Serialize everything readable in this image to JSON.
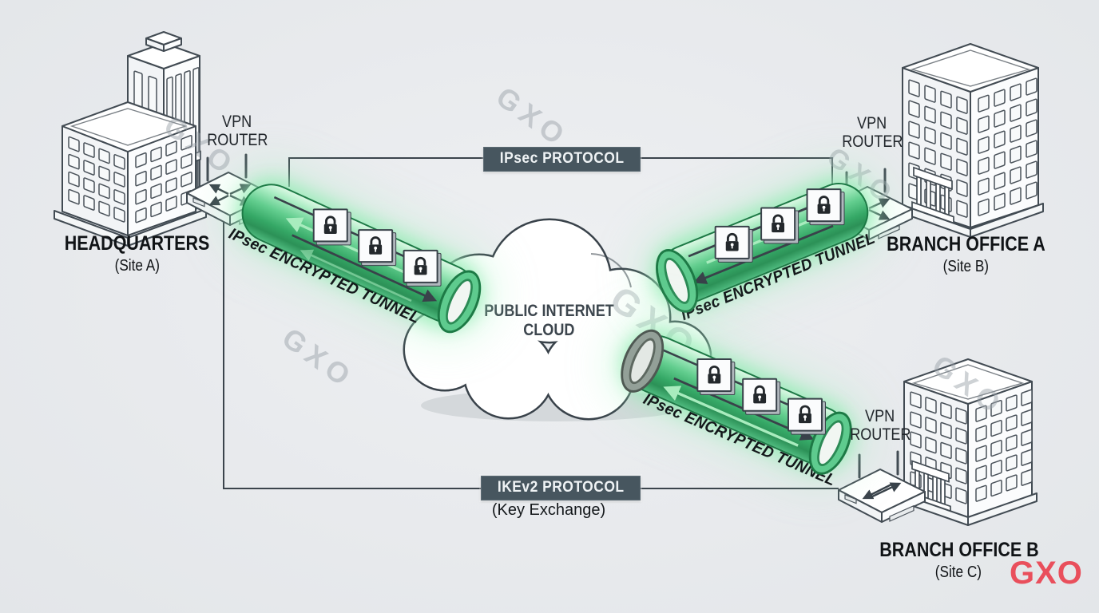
{
  "sites": {
    "hq": {
      "name": "HEADQUARTERS",
      "site": "(Site A)"
    },
    "branch_a": {
      "name": "BRANCH OFFICE A",
      "site": "(Site B)"
    },
    "branch_b": {
      "name": "BRANCH OFFICE B",
      "site": "(Site C)"
    }
  },
  "router_label": {
    "line1": "VPN",
    "line2": "ROUTER"
  },
  "cloud": {
    "line1": "PUBLIC INTERNET",
    "line2": "CLOUD"
  },
  "tunnel_label": "IPsec ENCRYPTED TUNNEL",
  "protocols": {
    "ipsec": "IPsec PROTOCOL",
    "ikev2": "IKEv2 PROTOCOL",
    "ikev2_sub": "(Key Exchange)"
  },
  "watermark": "GXO",
  "brand_logo": "GXO",
  "icons": {
    "lock": "lock-icon",
    "router": "vpn-router-icon",
    "cloud": "internet-cloud-icon",
    "building": "office-building-icon"
  },
  "colors": {
    "background": "#e8eaed",
    "line_dark": "#3b444c",
    "tunnel_green": "#35a866",
    "tunnel_border": "#1c7a45",
    "badge_slate": "#47565f",
    "logo_red": "#e94f5c",
    "watermark_gray": "#9aa2a9"
  }
}
